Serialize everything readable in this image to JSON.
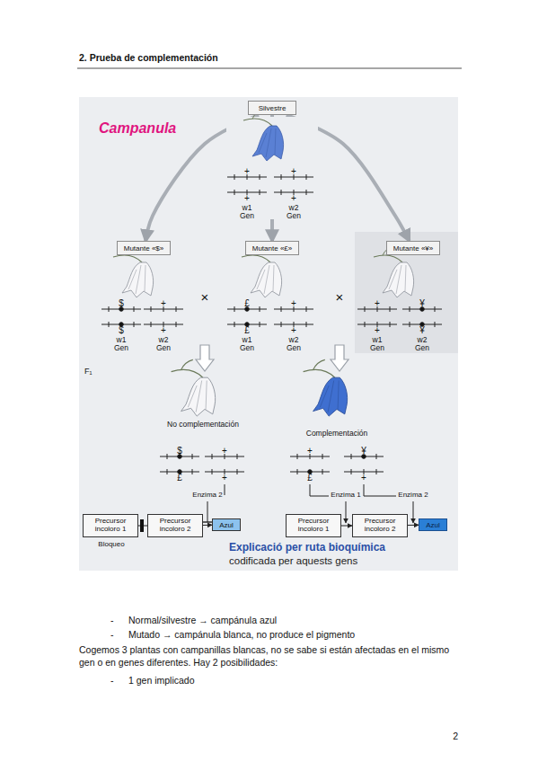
{
  "diagram": {
    "title": "2. Prueba de complementación",
    "nodes": [
      {
        "text": [
          "Silvestre"
        ]
      },
      {
        "text": [
          "Mutante «$»"
        ]
      },
      {
        "text": [
          "Mutante «£»"
        ]
      },
      {
        "text": [
          "Mutante «¥»"
        ]
      },
      {
        "text": [
          "Precursor incoloro 1"
        ]
      },
      {
        "text": [
          "Precursor incoloro 2"
        ]
      },
      {
        "text": [
          "Azul"
        ]
      },
      {
        "text": [
          "Precursor incoloro 1"
        ]
      },
      {
        "text": [
          "Precursor incoloro 2"
        ]
      },
      {
        "text": [
          "Azul"
        ]
      }
    ],
    "edges": [
      {
        "from": 0,
        "to": 1,
        "arrow": "to"
      },
      {
        "from": 0,
        "to": 2,
        "arrow": "to"
      },
      {
        "from": 0,
        "to": 3,
        "arrow": "to"
      },
      {
        "from": 4,
        "to": 5,
        "arrow": "none"
      },
      {
        "from": 5,
        "to": 6,
        "arrow": "to"
      },
      {
        "from": 7,
        "to": 8,
        "arrow": "to"
      },
      {
        "from": 8,
        "to": 9,
        "arrow": "to"
      }
    ],
    "labels": [
      "Campanula",
      "+",
      "+",
      "+",
      "+",
      "w1 Gen",
      "w2 Gen",
      "$",
      "+",
      "$",
      "+",
      "w1 Gen",
      "w2 Gen",
      "×",
      "£",
      "+",
      "£",
      "+",
      "w1 Gen",
      "w2 Gen",
      "×",
      "+",
      "¥",
      "+",
      "¥",
      "w1 Gen",
      "w2 Gen",
      "F₁",
      "No complementación",
      "$",
      "+",
      "£",
      "+",
      "Enzima 2",
      "Complementación",
      "+",
      "¥",
      "£",
      "+",
      "Enzima 1",
      "Enzima 2",
      "Bloqueo",
      "Explicació per ruta bioquímica",
      "codificada per aquests gens",
      "-",
      "Normal/silvestre → campánula azul",
      "-",
      "Mutado → campánula blanca, no produce el pigmento",
      "Cogemos 3 plantas con campanillas blancas, no se sabe si están afectadas en el mismo gen o en genes diferentes. Hay 2 posibilidades:",
      "-",
      "1 gen implicado",
      "2"
    ]
  }
}
